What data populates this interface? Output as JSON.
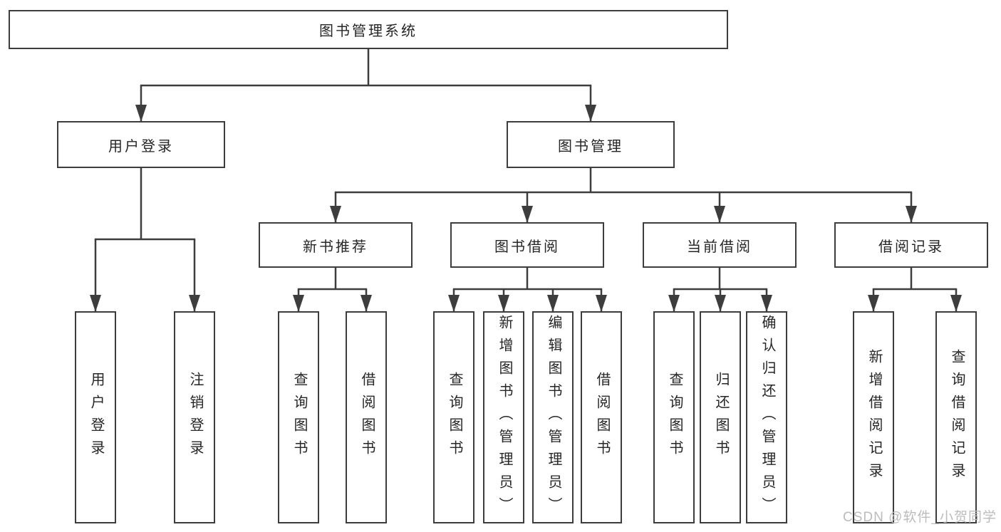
{
  "diagram_type": "hierarchy-tree",
  "colors": {
    "background": "#ffffff",
    "line": "#3d3d3d",
    "box_border": "#3d3d3d",
    "text": "#262626",
    "watermark_text": "#bcbcbc"
  },
  "watermark": {
    "text": "CSDN @软件_小贺同学"
  },
  "tree": {
    "root": {
      "label": "图书管理系统"
    },
    "branches": [
      {
        "label": "用户登录",
        "children": [
          {
            "label": "用户登录"
          },
          {
            "label": "注销登录"
          }
        ]
      },
      {
        "label": "图书管理",
        "children": [
          {
            "label": "新书推荐",
            "children": [
              {
                "label": "查询图书"
              },
              {
                "label": "借阅图书"
              }
            ]
          },
          {
            "label": "图书借阅",
            "children": [
              {
                "label": "查询图书"
              },
              {
                "label": "新增图书（管理员）"
              },
              {
                "label": "编辑图书（管理员）"
              },
              {
                "label": "借阅图书"
              }
            ]
          },
          {
            "label": "当前借阅",
            "children": [
              {
                "label": "查询图书"
              },
              {
                "label": "归还图书"
              },
              {
                "label": "确认归还（管理员）"
              }
            ]
          },
          {
            "label": "借阅记录",
            "children": [
              {
                "label": "新增借阅记录"
              },
              {
                "label": "查询借阅记录"
              }
            ]
          }
        ]
      }
    ]
  }
}
